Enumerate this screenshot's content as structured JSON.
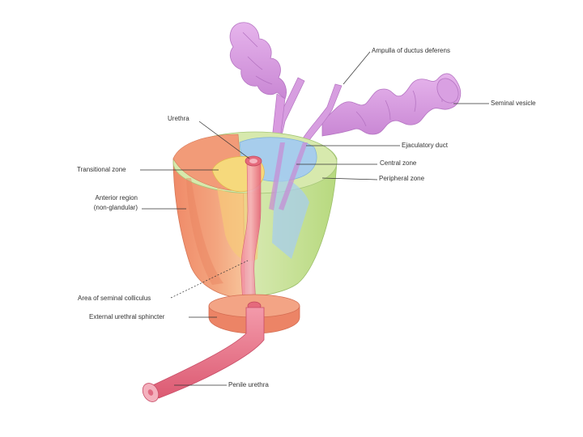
{
  "diagram": {
    "labels": {
      "ampulla": "Ampulla of ductus deferens",
      "seminal_vesicle": "Seminal vesicle",
      "urethra": "Urethra",
      "ejaculatory_duct": "Ejaculatory duct",
      "transitional_zone": "Transitional zone",
      "central_zone": "Central zone",
      "peripheral_zone": "Peripheral zone",
      "anterior_region_1": "Anterior region",
      "anterior_region_2": "(non-glandular)",
      "seminal_colliculus": "Area of seminal colliculus",
      "external_sphincter": "External urethral sphincter",
      "penile_urethra": "Penile urethra"
    },
    "colors": {
      "seminal_vesicle": "#d99be0",
      "central_zone": "#9fc8ea",
      "peripheral_zone": "#c6e29a",
      "transitional_zone": "#f5d779",
      "anterior_region": "#ee8f6c",
      "urethra": "#e8697e",
      "sphincter": "#ee8a6e"
    }
  }
}
